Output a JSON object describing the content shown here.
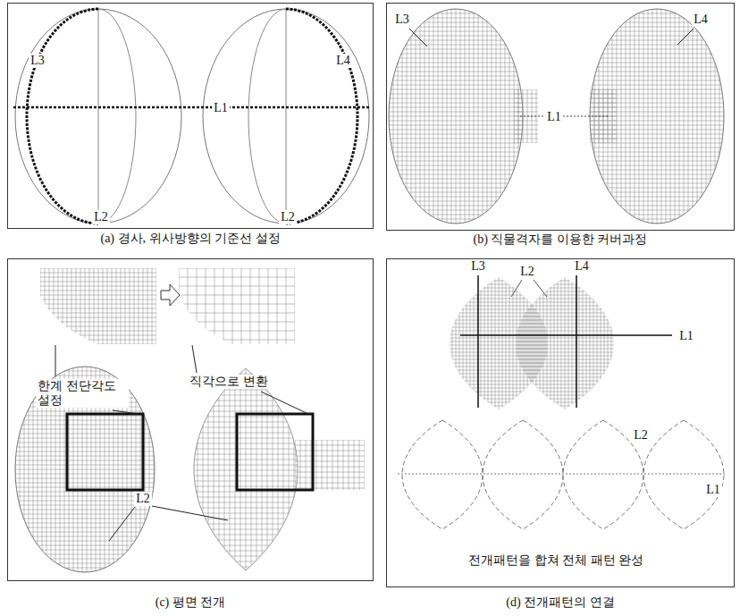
{
  "diagram": {
    "nodes": [
      {
        "text": [
          "(a) 경사, 위사방향의 기준선 설정"
        ]
      },
      {
        "text": [
          "(b) 직물격자를 이용한 커버과정"
        ]
      },
      {
        "text": [
          "(c) 평면 전개"
        ]
      },
      {
        "text": [
          "(d) 전개패턴의 연결"
        ]
      }
    ],
    "labels": [
      "L3",
      "L4",
      "L1",
      "L2",
      "L2",
      "L3",
      "L4",
      "L1",
      "한계 전단각도 설정",
      "직각으로 변환",
      "L2",
      "L3",
      "L2",
      "L4",
      "L1",
      "L2",
      "L1",
      "전개패턴을 합쳐 전체 패턴 완성"
    ]
  }
}
